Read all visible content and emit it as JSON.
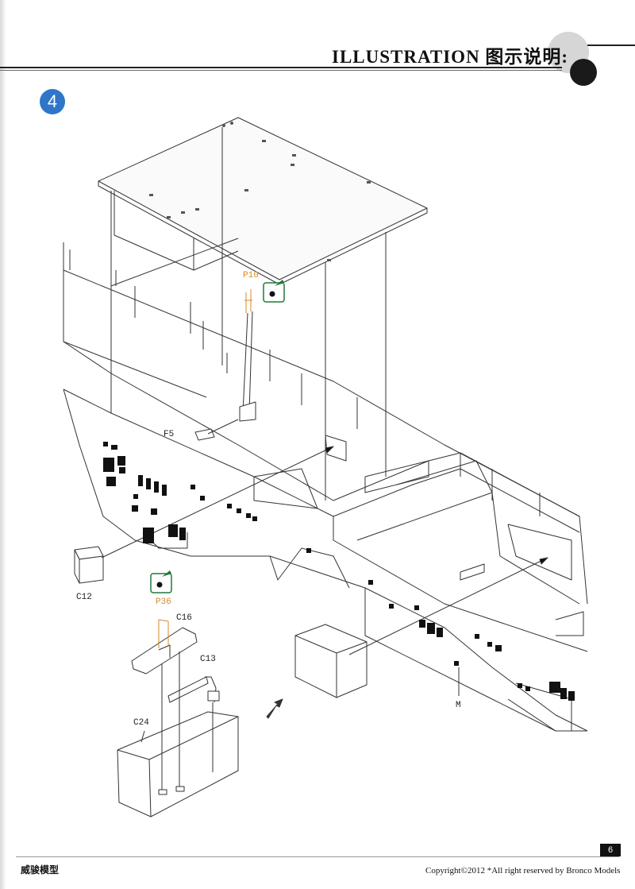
{
  "header": {
    "title": "ILLUSTRATION 图示说明:"
  },
  "step": {
    "number": "4"
  },
  "parts": {
    "p10": "P10",
    "f5": "F5",
    "c12": "C12",
    "p36": "P36",
    "c16": "C16",
    "c13": "C13",
    "c24": "C24",
    "m": "M"
  },
  "footer": {
    "brand": "威骏模型",
    "copyright": "Copyright©2012  *All right reserved by Bronco Models",
    "page_number": "6"
  },
  "colors": {
    "step_badge": "#2f76c9",
    "paint_marker": "#1f7a3a",
    "part_highlight": "#d48a2a"
  }
}
